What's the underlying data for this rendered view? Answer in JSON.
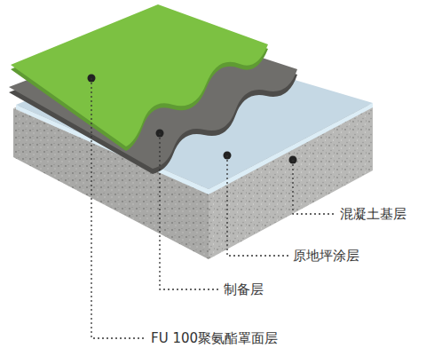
{
  "diagram": {
    "labels": [
      "混凝土基层",
      "原地坪涂层",
      "制备层",
      "FU 100聚氨酯罩面层"
    ]
  }
}
